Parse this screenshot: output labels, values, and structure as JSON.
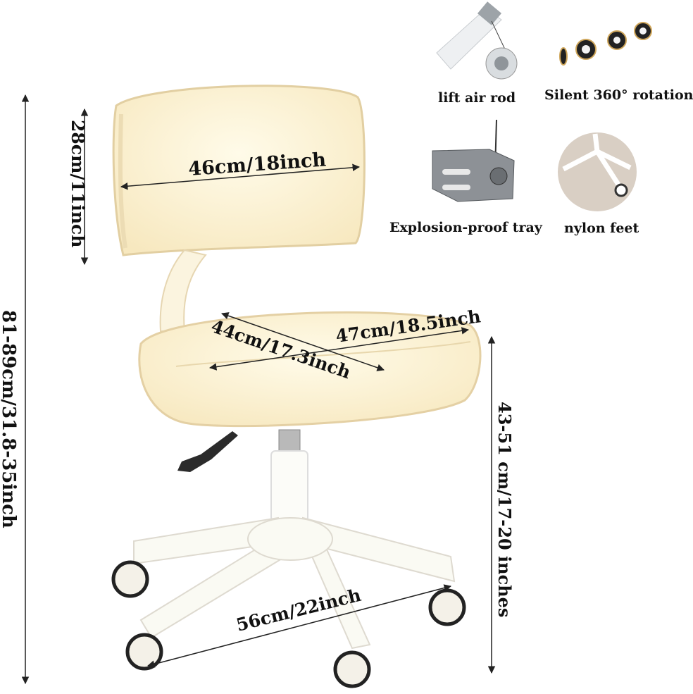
{
  "dimensions": {
    "backrest_width": "46cm/18inch",
    "backrest_height": "28cm/11inch",
    "overall_height": "81-89cm/31.8-35inch",
    "seat_depth": "44cm/17.3inch",
    "seat_width": "47cm/18.5inch",
    "seat_height": "43-51 cm/17-20 inches",
    "base_width": "56cm/22inch"
  },
  "features": [
    {
      "label": "lift air rod",
      "icon": "gas-lift-rod-icon"
    },
    {
      "label": "Silent 360° rotation",
      "icon": "caster-wheels-icon"
    },
    {
      "label": "Explosion-proof tray",
      "icon": "chair-tray-icon"
    },
    {
      "label": "nylon feet",
      "icon": "nylon-base-icon"
    }
  ],
  "colors": {
    "chair": "#fbf1d4",
    "chair_edge": "#e8d6ac",
    "frame": "#f8f6ee",
    "wheel": "#222222",
    "text": "#111111"
  }
}
